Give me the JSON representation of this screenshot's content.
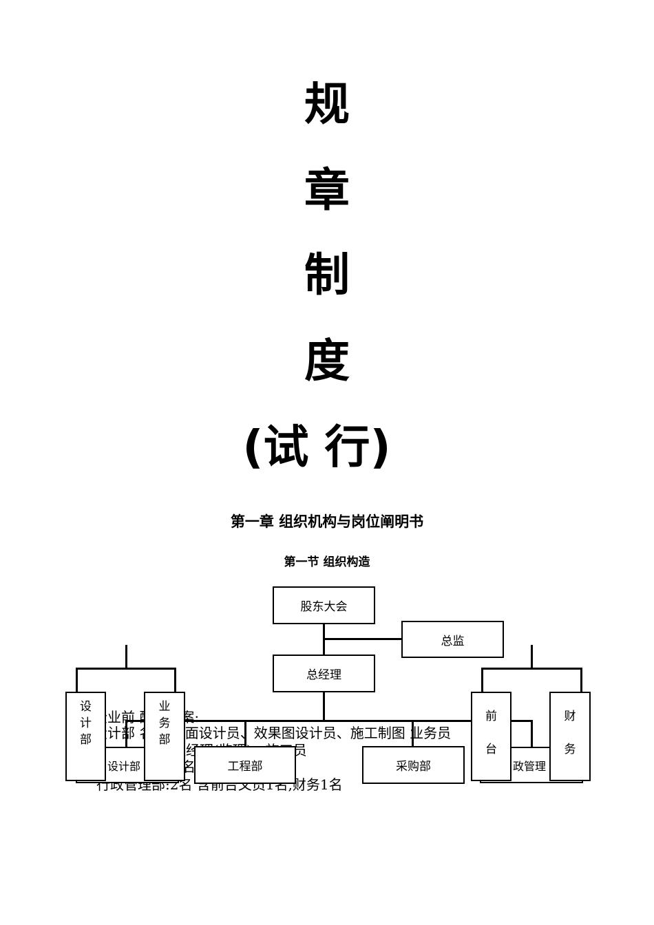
{
  "title_chars": [
    "规",
    "章",
    "制",
    "度",
    "(试 行)"
  ],
  "chapter_heading": "第一章 组织机构与岗位阐明书",
  "section_heading": "第一节  组织构造",
  "org_chart": {
    "shareholders": "股东大会",
    "director": "总监",
    "general_manager": "总经理",
    "engineering": "工程部",
    "purchasing": "采购部",
    "design_group_left": "设计部",
    "design_vertical": [
      "设",
      "计",
      "部"
    ],
    "business_vertical": [
      "业",
      "务",
      "部"
    ],
    "admin_group_right": "政管理",
    "front_desk_vertical": [
      "前",
      "台"
    ],
    "finance_vertical": [
      "财",
      "务"
    ]
  },
  "staffing_plan": {
    "line1": "企业前    配置方案:",
    "line2": "设计部    名 含平面设计员、效果图设计员、施工制图    业务员",
    "line3": "    工程经理(监理)、施工员",
    "line4": "名",
    "line5": "行政管理部:2名  含前台文员1名,财务1名"
  }
}
